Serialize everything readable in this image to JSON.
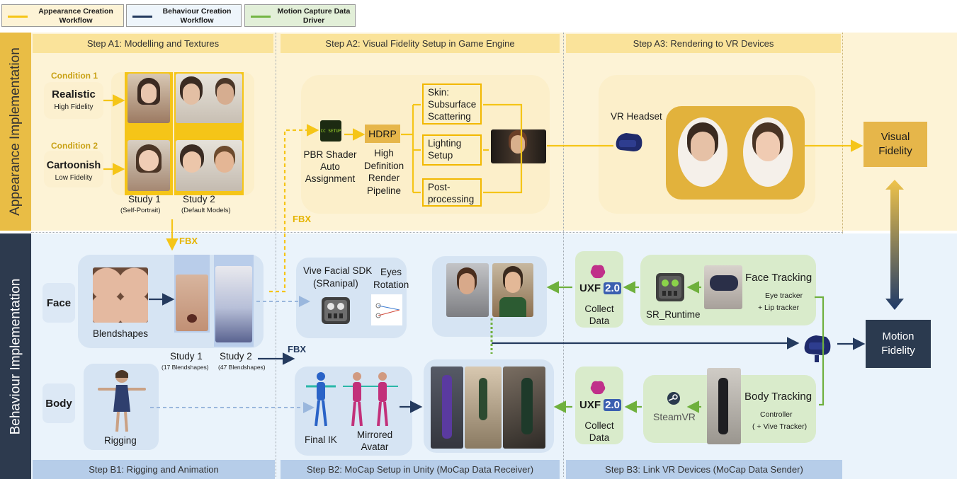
{
  "legend": {
    "appearance": "Appearance Creation Workflow",
    "behaviour": "Behaviour Creation Workflow",
    "motion": "Motion Capture Data Driver"
  },
  "bands": {
    "appearance": "Appearance Implementation",
    "behaviour": "Behaviour Implementation"
  },
  "steps": {
    "a1": "Step A1: Modelling and Textures",
    "a2": "Step A2: Visual Fidelity Setup in Game Engine",
    "a3": "Step A3: Rendering to VR Devices",
    "b1": "Step B1: Rigging and Animation",
    "b2": "Step B2: MoCap Setup in Unity (MoCap Data Receiver)",
    "b3": "Step B3:  Link VR Devices (MoCap Data Sender)"
  },
  "a1": {
    "cond1": "Condition 1",
    "realistic": "Realistic",
    "high_fidelity": "High Fidelity",
    "cond2": "Condition 2",
    "cartoonish": "Cartoonish",
    "low_fidelity": "Low Fidelity",
    "study1": "Study 1",
    "study1_sub": "(Self-Portrait)",
    "study2": "Study 2",
    "study2_sub": "(Default Models)"
  },
  "a2": {
    "pbr": "PBR Shader Auto Assignment",
    "hdrp": "HDRP",
    "hdrp_full": "High Definition Render Pipeline",
    "skin": "Skin: Subsurface Scattering",
    "lighting": "Lighting Setup",
    "post": "Post-processing",
    "shader_icon_text": "CC SETUP"
  },
  "a3": {
    "vr_headset": "VR Headset"
  },
  "fidelity": {
    "visual": "Visual Fidelity",
    "motion": "Motion Fidelity"
  },
  "fbx": "FBX",
  "b1": {
    "face": "Face",
    "body": "Body",
    "blendshapes": "Blendshapes",
    "study1": "Study 1",
    "study1_sub": "(17 Blendshapes)",
    "study2": "Study 2",
    "study2_sub": "(47 Blendshapes)",
    "rigging": "Rigging"
  },
  "b2": {
    "vive_sdk": "Vive Facial SDK",
    "sranipal": "(SRanipal)",
    "eyes": "Eyes Rotation",
    "final_ik": "Final IK",
    "mirrored": "Mirrored Avatar"
  },
  "b3": {
    "uxf": "UXF",
    "uxf_ver": "2.0",
    "collect": "Collect Data",
    "sr_runtime": "SR_Runtime",
    "face_tracking": "Face Tracking",
    "eye_tracker": "Eye tracker",
    "lip_tracker": "+ Lip tracker",
    "body_tracking": "Body Tracking",
    "controller": "Controller",
    "vive_tracker": "( + Vive Tracker)",
    "steamvr": "SteamVR"
  },
  "colors": {
    "appearance": "#f5c518",
    "behaviour": "#243a5e",
    "motion": "#73b543",
    "appearance_bg": "#fdf3d6",
    "behaviour_bg": "#eaf3fb"
  }
}
